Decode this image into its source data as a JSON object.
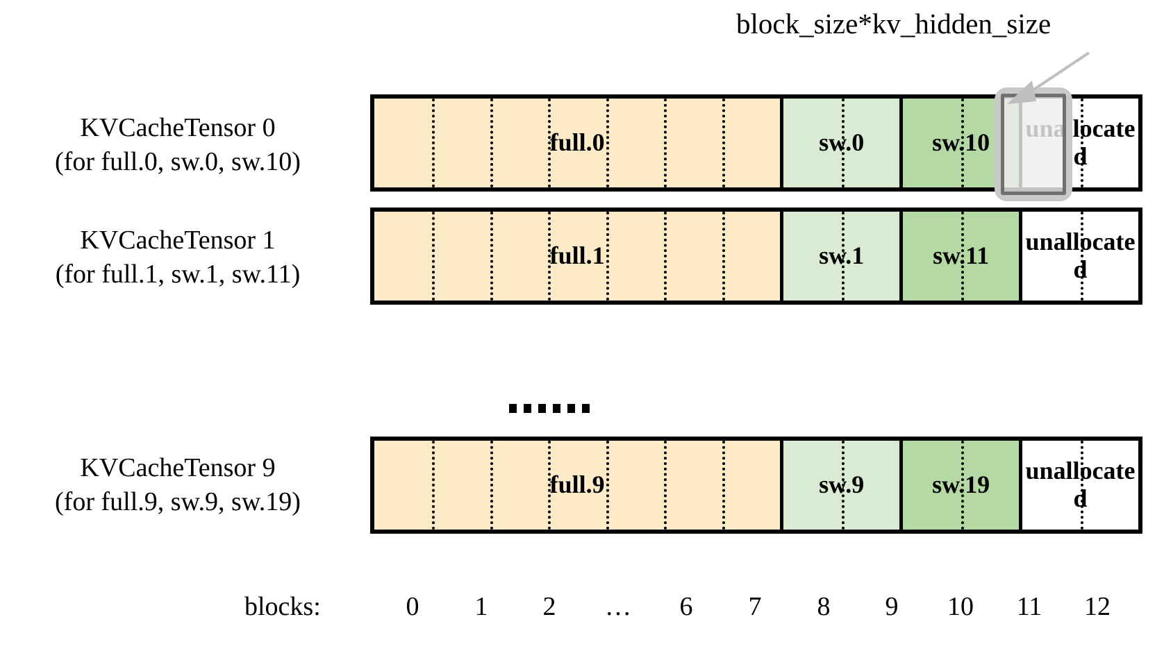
{
  "annotation": {
    "label": "block_size*kv_hidden_size",
    "arrow_icon": "arrow-up-left-icon",
    "highlight_target_block": 11
  },
  "colors": {
    "full_block": "#FCEBC6",
    "sw_light_block": "#D9EBD3",
    "sw_dark_block": "#B5D9A5",
    "unallocated_block": "#FFFFFF",
    "outline": "#000000",
    "highlight_outer": "#C9C9C9",
    "highlight_inner": "#6F6F6F"
  },
  "rows": [
    {
      "title": "KVCacheTensor 0",
      "subtitle": "(for full.0, sw.0, sw.10)",
      "segments": [
        {
          "label": "full.0",
          "kind": "full",
          "blocks": 7
        },
        {
          "label": "sw.0",
          "kind": "sw_light",
          "blocks": 2
        },
        {
          "label": "sw.10",
          "kind": "sw_dark",
          "blocks": 2
        },
        {
          "label": "unallocated",
          "kind": "unallocated",
          "blocks": 2
        }
      ]
    },
    {
      "title": "KVCacheTensor 1",
      "subtitle": "(for full.1, sw.1, sw.11)",
      "segments": [
        {
          "label": "full.1",
          "kind": "full",
          "blocks": 7
        },
        {
          "label": "sw.1",
          "kind": "sw_light",
          "blocks": 2
        },
        {
          "label": "sw.11",
          "kind": "sw_dark",
          "blocks": 2
        },
        {
          "label": "unallocated",
          "kind": "unallocated",
          "blocks": 2
        }
      ]
    },
    {
      "title": "KVCacheTensor 9",
      "subtitle": "(for full.9, sw.9, sw.19)",
      "segments": [
        {
          "label": "full.9",
          "kind": "full",
          "blocks": 7
        },
        {
          "label": "sw.9",
          "kind": "sw_light",
          "blocks": 2
        },
        {
          "label": "sw.19",
          "kind": "sw_dark",
          "blocks": 2
        },
        {
          "label": "unallocated",
          "kind": "unallocated",
          "blocks": 2
        }
      ]
    }
  ],
  "ellipsis": "......",
  "axis": {
    "title": "blocks:",
    "ticks": [
      "0",
      "1",
      "2",
      "…",
      "6",
      "7",
      "8",
      "9",
      "10",
      "11",
      "12"
    ]
  }
}
